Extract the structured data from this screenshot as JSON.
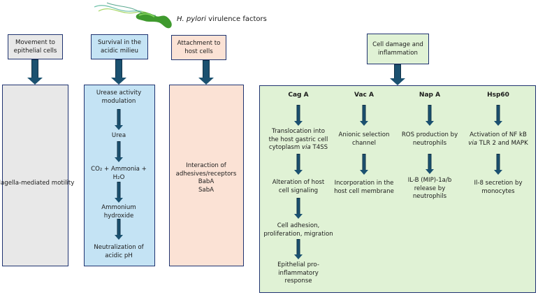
{
  "title": {
    "italic": "H. pylori",
    "rest": " virulence factors"
  },
  "colors": {
    "border": "#1f3370",
    "arrow": "#1b5170",
    "gray": "#e8e8e8",
    "blue": "#c4e3f4",
    "peach": "#fbe2d5",
    "green": "#e0f2d5"
  },
  "movement": {
    "header": "Movement to epithelial cells",
    "body": "Flagella-mediated motility"
  },
  "survival": {
    "header": "Survival in the acidic milieu",
    "steps": [
      "Urease activity modulation",
      "Urea",
      "CO₂ + Ammonia + H₂O",
      "Ammonium hydroxide",
      "Neutralization of acidic pH"
    ]
  },
  "attachment": {
    "header": "Attachment to host cells",
    "body": [
      "Interaction of",
      "adhesives/receptors",
      "BabA",
      "SabA"
    ]
  },
  "damage": {
    "header": "Cell damage and inflammation",
    "columns": [
      {
        "title": "Cag A",
        "steps": [
          "Translocation into the host gastric cell cytoplasm via T4SS",
          "Alteration of host cell signaling",
          "Cell adhesion, proliferation, migration",
          "Epithelial pro-inflammatory response"
        ],
        "via_parts": [
          "Translocation into",
          "the host gastric cell",
          "cytoplasm ",
          "via",
          " T4SS"
        ]
      },
      {
        "title": "Vac A",
        "steps": [
          "Anionic selection channel",
          "Incorporation in the host cell membrane"
        ]
      },
      {
        "title": "Nap A",
        "steps": [
          "ROS production by neutrophils",
          "IL-B (MIP)-1a/b release by neutrophils"
        ]
      },
      {
        "title": "Hsp60",
        "steps": [
          "Activation of NF kB via TLR 2 and MAPK",
          "Il-8 secretion by monocytes"
        ],
        "via_parts": [
          "Activation of NF kB",
          "via",
          " TLR 2 and MAPK"
        ]
      }
    ]
  }
}
